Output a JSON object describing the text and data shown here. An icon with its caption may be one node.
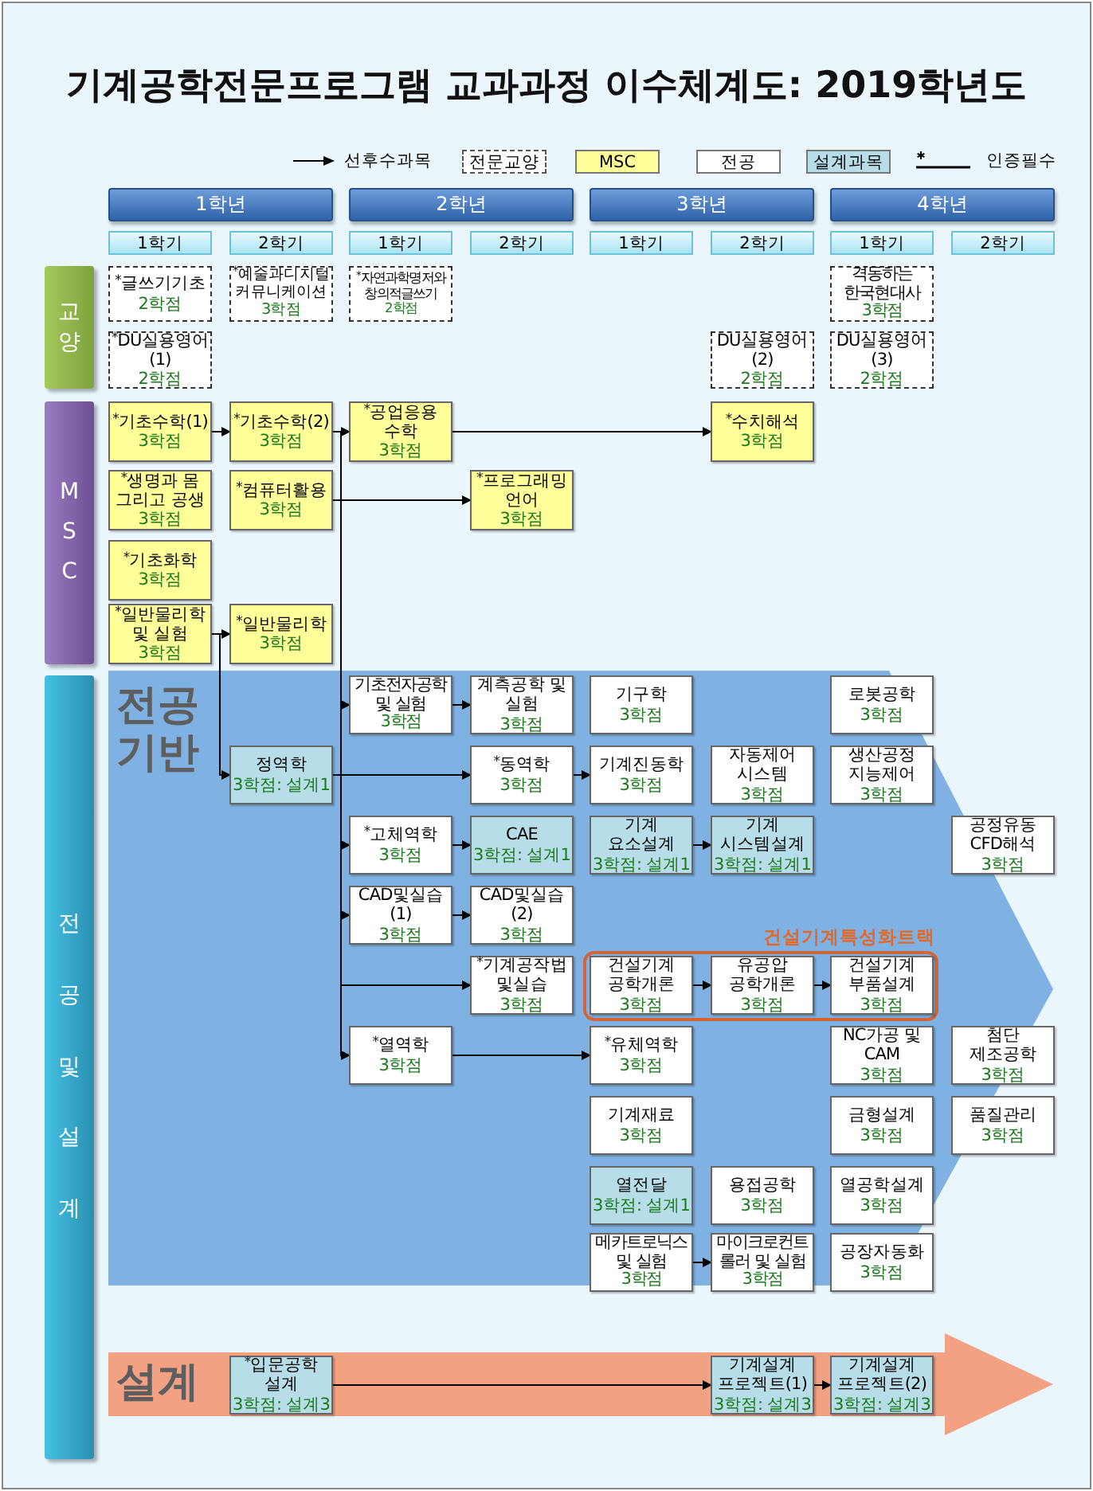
{
  "diagram": {
    "title": "기계공학전문프로그램 교과과정 이수체계도: 2019학년도",
    "nodes": [
      {
        "text": [
          "1학년"
        ]
      },
      {
        "text": [
          "2학년"
        ]
      },
      {
        "text": [
          "3학년"
        ]
      },
      {
        "text": [
          "4학년"
        ]
      },
      {
        "text": [
          "1학기"
        ]
      },
      {
        "text": [
          "2학기"
        ]
      },
      {
        "text": [
          "1학기"
        ]
      },
      {
        "text": [
          "2학기"
        ]
      },
      {
        "text": [
          "1학기"
        ]
      },
      {
        "text": [
          "2학기"
        ]
      },
      {
        "text": [
          "1학기"
        ]
      },
      {
        "text": [
          "2학기"
        ]
      },
      {
        "text": [
          "교양"
        ]
      },
      {
        "text": [
          "MSC"
        ]
      },
      {
        "text": [
          "전공 및 설계"
        ]
      },
      {
        "text": [
          "$^{*}$글쓰기기초",
          "2학점"
        ]
      },
      {
        "text": [
          "$^{*}$예술과디지털 커뮤니케이션",
          "3학점"
        ]
      },
      {
        "text": [
          "$^{*}$자연과학명저와 창의적글쓰기",
          "2학점"
        ]
      },
      {
        "text": [
          "격동하는 한국현대사",
          "3학점"
        ]
      },
      {
        "text": [
          "$^{*}$DU실용영어(1)",
          "2학점"
        ]
      },
      {
        "text": [
          "DU실용영어(2)",
          "2학점"
        ]
      },
      {
        "text": [
          "DU실용영어(3)",
          "2학점"
        ]
      },
      {
        "text": [
          "$^{*}$기초수학(1)",
          "3학점"
        ]
      },
      {
        "text": [
          "$^{*}$기초수학(2)",
          "3학점"
        ]
      },
      {
        "text": [
          "$^{*}$공업응용 수학",
          "3학점"
        ]
      },
      {
        "text": [
          "$^{*}$수치해석",
          "3학점"
        ]
      },
      {
        "text": [
          "$^{*}$생명과 몸 그리고 공생",
          "3학점"
        ]
      },
      {
        "text": [
          "$^{*}$컴퓨터활용",
          "3학점"
        ]
      },
      {
        "text": [
          "$^{*}$프로그래밍 언어",
          "3학점"
        ]
      },
      {
        "text": [
          "$^{*}$기초화학",
          "3학점"
        ]
      },
      {
        "text": [
          "$^{*}$일반물리학 및 실험",
          "3학점"
        ]
      },
      {
        "text": [
          "$^{*}$일반물리학",
          "3학점"
        ]
      },
      {
        "text": [
          "전공 기반"
        ]
      },
      {
        "text": [
          "기초전자공학 및 실험",
          "3학점"
        ],
        "in": 32
      },
      {
        "text": [
          "계측공학 및 실험",
          "3학점"
        ],
        "in": 32
      },
      {
        "text": [
          "기구학",
          "3학점"
        ],
        "in": 32
      },
      {
        "text": [
          "로봇공학",
          "3학점"
        ],
        "in": 32
      },
      {
        "text": [
          "정역학",
          "3학점: 설계1"
        ],
        "in": 32
      },
      {
        "text": [
          "$^{*}$동역학",
          "3학점"
        ],
        "in": 32
      },
      {
        "text": [
          "기계진동학",
          "3학점"
        ],
        "in": 32
      },
      {
        "text": [
          "자동제어 시스템",
          "3학점"
        ],
        "in": 32
      },
      {
        "text": [
          "생산공정 지능제어",
          "3학점"
        ],
        "in": 32
      },
      {
        "text": [
          "$^{*}$고체역학",
          "3학점"
        ],
        "in": 32
      },
      {
        "text": [
          "CAE",
          "3학점: 설계1"
        ],
        "in": 32
      },
      {
        "text": [
          "기계 요소설계",
          "3학점: 설계1"
        ],
        "in": 32
      },
      {
        "text": [
          "기계 시스템설계",
          "3학점: 설계1"
        ],
        "in": 32
      },
      {
        "text": [
          "공정유동 CFD해석",
          "3학점"
        ],
        "in": 32
      },
      {
        "text": [
          "CAD및실습(1)",
          "3학점"
        ],
        "in": 32
      },
      {
        "text": [
          "CAD및실습(2)",
          "3학점"
        ],
        "in": 32
      },
      {
        "text": [
          "$^{*}$기계공작법 및실습",
          "3학점"
        ],
        "in": 32
      },
      {
        "text": [
          "건설기계특성화트랙"
        ],
        "in": 32
      },
      {
        "text": [
          "건설기계 공학개론",
          "3학점"
        ],
        "in": 50
      },
      {
        "text": [
          "유공압 공학개론",
          "3학점"
        ],
        "in": 50
      },
      {
        "text": [
          "건설기계 부품설계",
          "3학점"
        ],
        "in": 50
      },
      {
        "text": [
          "$^{*}$열역학",
          "3학점"
        ],
        "in": 32
      },
      {
        "text": [
          "$^{*}$유체역학",
          "3학점"
        ],
        "in": 32
      },
      {
        "text": [
          "NC가공 및 CAM",
          "3학점"
        ],
        "in": 32
      },
      {
        "text": [
          "첨단 제조공학",
          "3학점"
        ],
        "in": 32
      },
      {
        "text": [
          "기계재료",
          "3학점"
        ],
        "in": 32
      },
      {
        "text": [
          "금형설계",
          "3학점"
        ],
        "in": 32
      },
      {
        "text": [
          "품질관리",
          "3학점"
        ],
        "in": 32
      },
      {
        "text": [
          "열전달",
          "3학점: 설계1"
        ],
        "in": 32
      },
      {
        "text": [
          "용접공학",
          "3학점"
        ],
        "in": 32
      },
      {
        "text": [
          "열공학설계",
          "3학점"
        ],
        "in": 32
      },
      {
        "text": [
          "메카트로닉스 및 실험",
          "3학점"
        ],
        "in": 32
      },
      {
        "text": [
          "마이크로컨트 롤러 및 실험",
          "3학점"
        ],
        "in": 32
      },
      {
        "text": [
          "공장자동화",
          "3학점"
        ],
        "in": 32
      },
      {
        "text": [
          "설계"
        ]
      },
      {
        "text": [
          "$^{*}$입문공학 설계",
          "3학점: 설계3"
        ],
        "in": 67
      },
      {
        "text": [
          "기계설계 프로젝트(1)",
          "3학점: 설계3"
        ],
        "in": 67
      },
      {
        "text": [
          "기계설계 프로젝트(2)",
          "3학점: 설계3"
        ],
        "in": 67
      }
    ],
    "edges": [
      {
        "from": 22,
        "to": 23,
        "arrow": "to"
      },
      {
        "from": 23,
        "to": 24,
        "arrow": "to"
      },
      {
        "from": 24,
        "to": 25,
        "arrow": "to"
      },
      {
        "from": 27,
        "to": 28,
        "arrow": "to"
      },
      {
        "from": 30,
        "to": 31,
        "arrow": "to"
      },
      {
        "from": 30,
        "to": 37,
        "arrow": "to"
      },
      {
        "from": 23,
        "to": 33,
        "arrow": "to"
      },
      {
        "from": 23,
        "to": 42,
        "arrow": "to"
      },
      {
        "from": 23,
        "to": 47,
        "arrow": "to"
      },
      {
        "from": 23,
        "to": 49,
        "arrow": "to"
      },
      {
        "from": 23,
        "to": 54,
        "arrow": "to"
      },
      {
        "from": 33,
        "to": 34,
        "arrow": "to"
      },
      {
        "from": 37,
        "to": 38,
        "arrow": "to"
      },
      {
        "from": 38,
        "to": 39,
        "arrow": "to"
      },
      {
        "from": 42,
        "to": 43,
        "arrow": "to"
      },
      {
        "from": 44,
        "to": 45,
        "arrow": "to"
      },
      {
        "from": 47,
        "to": 48,
        "arrow": "to"
      },
      {
        "from": 51,
        "to": 52,
        "arrow": "to"
      },
      {
        "from": 52,
        "to": 53,
        "arrow": "to"
      },
      {
        "from": 54,
        "to": 55,
        "arrow": "to"
      },
      {
        "from": 64,
        "to": 65,
        "arrow": "to"
      },
      {
        "from": 68,
        "to": 69,
        "arrow": "to"
      },
      {
        "from": 69,
        "to": 70,
        "arrow": "to"
      }
    ],
    "legend": [
      {
        "text": "선후수과목"
      },
      {
        "text": "전문교양"
      },
      {
        "text": "MSC",
        "color": "#ffff99"
      },
      {
        "text": "전공",
        "color": "#ffffff"
      },
      {
        "text": "설계과목",
        "color": "#b7dee8"
      },
      {
        "text": "인증필수"
      }
    ]
  }
}
